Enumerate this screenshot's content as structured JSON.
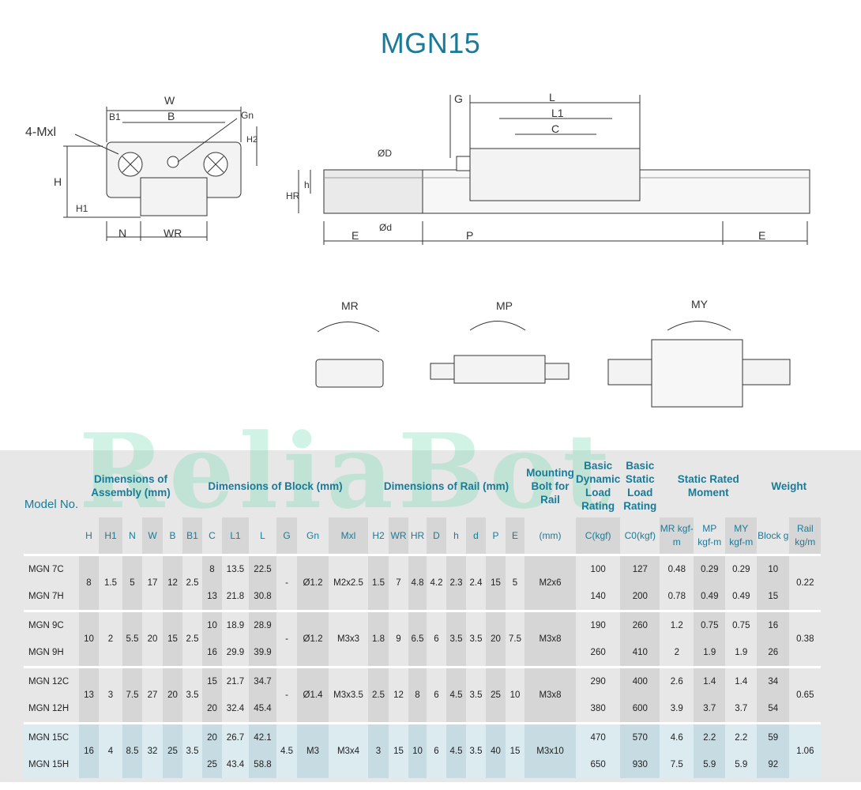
{
  "title": "MGN15",
  "watermark": "ReliaBot",
  "drawing_labels": {
    "front": [
      "W",
      "B1",
      "B",
      "Gn",
      "4-Mxl",
      "H2",
      "H",
      "H1",
      "N",
      "WR"
    ],
    "side": [
      "G",
      "L",
      "L1",
      "C",
      "ØD",
      "h",
      "HR",
      "Ød",
      "E",
      "P",
      "E"
    ],
    "moments": [
      "MR",
      "MP",
      "MY"
    ]
  },
  "table": {
    "header": {
      "model": "Model No.",
      "assembly": "Dimensions of Assembly (mm)",
      "block": "Dimensions of Block (mm)",
      "rail": "Dimensions of Rail (mm)",
      "mounting": "Mounting Bolt for Rail",
      "dynamic": "Basic Dynamic Load Rating",
      "static": "Basic Static Load Rating",
      "moment": "Static Rated Moment",
      "weight": "Weight"
    },
    "subheaders": [
      "H",
      "H1",
      "N",
      "W",
      "B",
      "B1",
      "C",
      "L1",
      "L",
      "G",
      "Gn",
      "Mxl",
      "H2",
      "WR",
      "HR",
      "D",
      "h",
      "d",
      "P",
      "E",
      "(mm)",
      "C(kgf)",
      "C0(kgf)",
      "MR kgf-m",
      "MP kgf-m",
      "MY kgf-m",
      "Block g",
      "Rail kg/m"
    ],
    "groups": [
      {
        "H": "8",
        "H1": "1.5",
        "N": "5",
        "W": "17",
        "B": "12",
        "B1": "2.5",
        "G": "-",
        "Gn": "Ø1.2",
        "Mxl": "M2x2.5",
        "H2": "1.5",
        "WR": "7",
        "HR": "4.8",
        "D": "4.2",
        "h": "2.3",
        "d": "2.4",
        "P": "15",
        "E": "5",
        "bolt": "M2x6",
        "rail": "0.22",
        "rows": [
          {
            "model": "MGN 7C",
            "C": "8",
            "L1": "13.5",
            "L": "22.5",
            "dyn": "100",
            "stat": "127",
            "MR": "0.48",
            "MP": "0.29",
            "MY": "0.29",
            "g": "10"
          },
          {
            "model": "MGN 7H",
            "C": "13",
            "L1": "21.8",
            "L": "30.8",
            "dyn": "140",
            "stat": "200",
            "MR": "0.78",
            "MP": "0.49",
            "MY": "0.49",
            "g": "15"
          }
        ]
      },
      {
        "H": "10",
        "H1": "2",
        "N": "5.5",
        "W": "20",
        "B": "15",
        "B1": "2.5",
        "G": "-",
        "Gn": "Ø1.2",
        "Mxl": "M3x3",
        "H2": "1.8",
        "WR": "9",
        "HR": "6.5",
        "D": "6",
        "h": "3.5",
        "d": "3.5",
        "P": "20",
        "E": "7.5",
        "bolt": "M3x8",
        "rail": "0.38",
        "rows": [
          {
            "model": "MGN 9C",
            "C": "10",
            "L1": "18.9",
            "L": "28.9",
            "dyn": "190",
            "stat": "260",
            "MR": "1.2",
            "MP": "0.75",
            "MY": "0.75",
            "g": "16"
          },
          {
            "model": "MGN 9H",
            "C": "16",
            "L1": "29.9",
            "L": "39.9",
            "dyn": "260",
            "stat": "410",
            "MR": "2",
            "MP": "1.9",
            "MY": "1.9",
            "g": "26"
          }
        ]
      },
      {
        "H": "13",
        "H1": "3",
        "N": "7.5",
        "W": "27",
        "B": "20",
        "B1": "3.5",
        "G": "-",
        "Gn": "Ø1.4",
        "Mxl": "M3x3.5",
        "H2": "2.5",
        "WR": "12",
        "HR": "8",
        "D": "6",
        "h": "4.5",
        "d": "3.5",
        "P": "25",
        "E": "10",
        "bolt": "M3x8",
        "rail": "0.65",
        "rows": [
          {
            "model": "MGN 12C",
            "C": "15",
            "L1": "21.7",
            "L": "34.7",
            "dyn": "290",
            "stat": "400",
            "MR": "2.6",
            "MP": "1.4",
            "MY": "1.4",
            "g": "34"
          },
          {
            "model": "MGN 12H",
            "C": "20",
            "L1": "32.4",
            "L": "45.4",
            "dyn": "380",
            "stat": "600",
            "MR": "3.9",
            "MP": "3.7",
            "MY": "3.7",
            "g": "54"
          }
        ]
      },
      {
        "H": "16",
        "H1": "4",
        "N": "8.5",
        "W": "32",
        "B": "25",
        "B1": "3.5",
        "G": "4.5",
        "Gn": "M3",
        "Mxl": "M3x4",
        "H2": "3",
        "WR": "15",
        "HR": "10",
        "D": "6",
        "h": "4.5",
        "d": "3.5",
        "P": "40",
        "E": "15",
        "bolt": "M3x10",
        "rail": "1.06",
        "rows": [
          {
            "model": "MGN 15C",
            "C": "20",
            "L1": "26.7",
            "L": "42.1",
            "dyn": "470",
            "stat": "570",
            "MR": "4.6",
            "MP": "2.2",
            "MY": "2.2",
            "g": "59"
          },
          {
            "model": "MGN 15H",
            "C": "25",
            "L1": "43.4",
            "L": "58.8",
            "dyn": "650",
            "stat": "930",
            "MR": "7.5",
            "MP": "5.9",
            "MY": "5.9",
            "g": "92"
          }
        ]
      }
    ]
  }
}
